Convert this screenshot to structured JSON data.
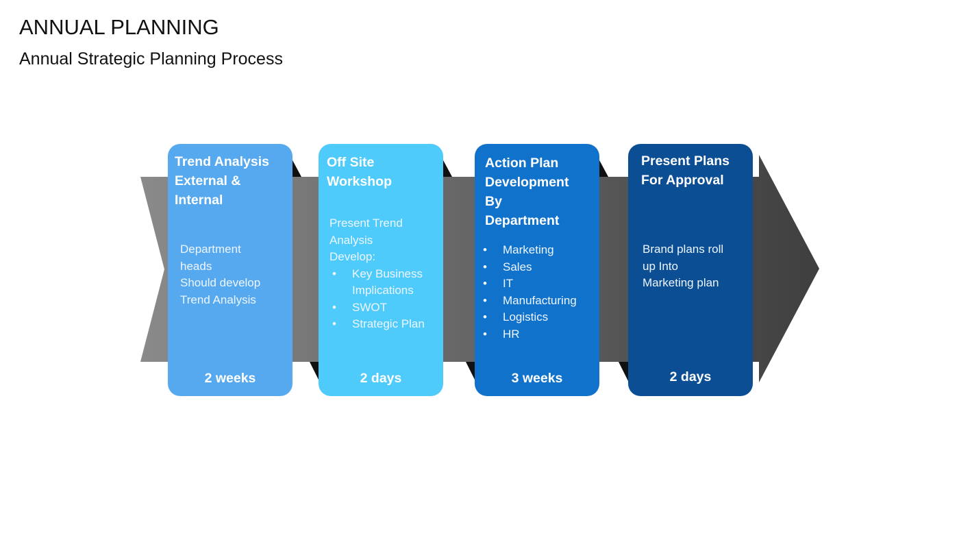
{
  "header": {
    "title": "ANNUAL PLANNING",
    "subtitle": "Annual Strategic Planning Process"
  },
  "colors": {
    "arrow_light": "#8a8a8a",
    "arrow_dark": "#3f3f3f",
    "step1": "#56a9ef",
    "step2": "#4ecbfb",
    "step3": "#1172cc",
    "step4": "#0c4e93"
  },
  "steps": [
    {
      "title_lines": [
        "Trend Analysis",
        "External &",
        "Internal"
      ],
      "body_lines": [
        "Department",
        "heads",
        "Should develop",
        "Trend Analysis"
      ],
      "duration": "2 weeks"
    },
    {
      "title_lines": [
        "Off Site",
        "Workshop"
      ],
      "body_lines": [
        "Present Trend",
        "Analysis",
        "Develop:"
      ],
      "bullets": [
        "Key Business Implications",
        "SWOT",
        "Strategic Plan"
      ],
      "duration": "2 days"
    },
    {
      "title_lines": [
        "Action Plan",
        "Development",
        "By",
        "Department"
      ],
      "bullets": [
        "Marketing",
        "Sales",
        "IT",
        "Manufacturing",
        "Logistics",
        "HR"
      ],
      "duration": "3 weeks"
    },
    {
      "title_lines": [
        "Present Plans",
        "For Approval"
      ],
      "body_lines": [
        "Brand plans roll",
        "up Into",
        "Marketing plan"
      ],
      "duration": "2 days"
    }
  ]
}
